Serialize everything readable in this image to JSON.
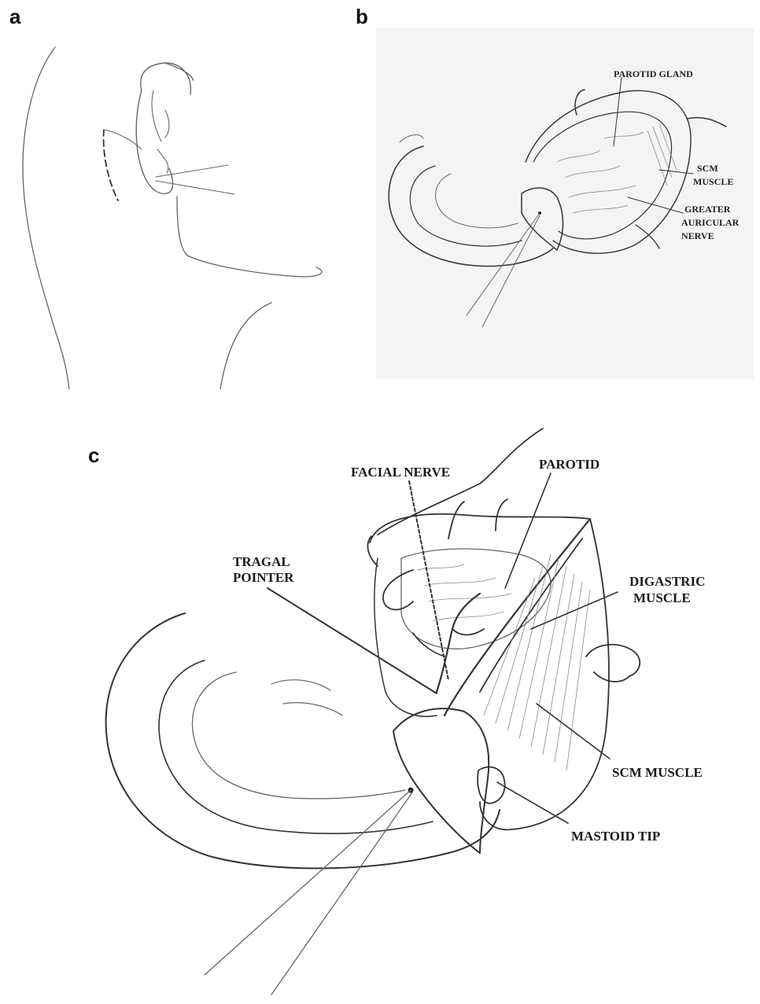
{
  "panels": {
    "a": {
      "letter": "a"
    },
    "b": {
      "letter": "b",
      "labels": {
        "parotid_gland": "PAROTID GLAND",
        "scm_line1": "SCM",
        "scm_line2": "MUSCLE",
        "gan_line1": "GREATER",
        "gan_line2": "AURICULAR",
        "gan_line3": "NERVE"
      }
    },
    "c": {
      "letter": "c",
      "labels": {
        "facial_nerve": "FACIAL NERVE",
        "parotid": "PAROTID",
        "tragal_line1": "TRAGAL",
        "tragal_line2": "POINTER",
        "digastric_line1": "DIGASTRIC",
        "digastric_line2": "MUSCLE",
        "scm_muscle": "SCM MUSCLE",
        "mastoid_tip": "MASTOID TIP"
      }
    }
  }
}
